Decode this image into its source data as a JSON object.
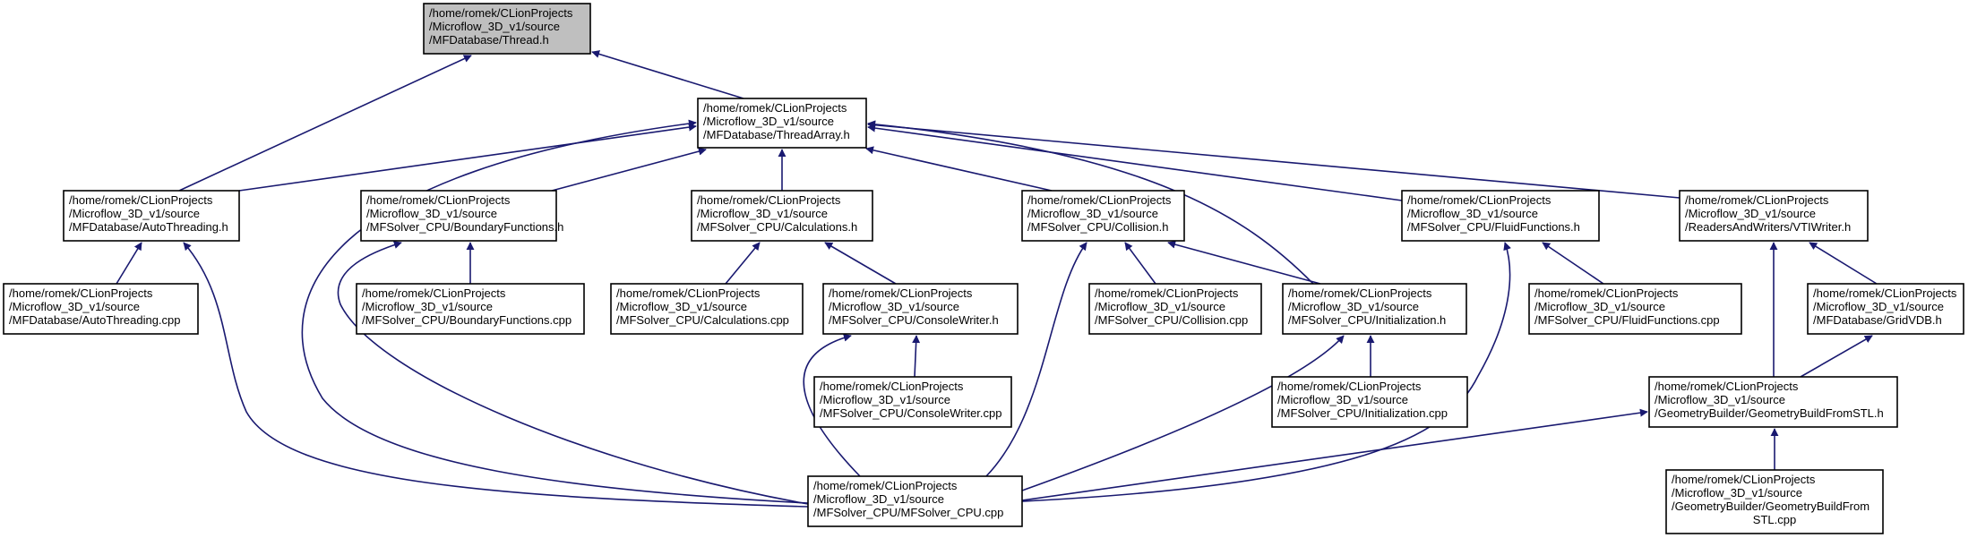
{
  "graph": {
    "edge_color": "#191970",
    "root_fill": "#bfbfbf",
    "nodes": [
      {
        "id": "thread_h",
        "root": true,
        "lines": [
          "/home/romek/CLionProjects",
          "/Microflow_3D_v1/source",
          "/MFDatabase/Thread.h"
        ]
      },
      {
        "id": "threadarray_h",
        "lines": [
          "/home/romek/CLionProjects",
          "/Microflow_3D_v1/source",
          "/MFDatabase/ThreadArray.h"
        ]
      },
      {
        "id": "autothreading_h",
        "lines": [
          "/home/romek/CLionProjects",
          "/Microflow_3D_v1/source",
          "/MFDatabase/AutoThreading.h"
        ]
      },
      {
        "id": "boundaryfunctions_h",
        "lines": [
          "/home/romek/CLionProjects",
          "/Microflow_3D_v1/source",
          "/MFSolver_CPU/BoundaryFunctions.h"
        ]
      },
      {
        "id": "calculations_h",
        "lines": [
          "/home/romek/CLionProjects",
          "/Microflow_3D_v1/source",
          "/MFSolver_CPU/Calculations.h"
        ]
      },
      {
        "id": "collision_h",
        "lines": [
          "/home/romek/CLionProjects",
          "/Microflow_3D_v1/source",
          "/MFSolver_CPU/Collision.h"
        ]
      },
      {
        "id": "fluidfunctions_h",
        "lines": [
          "/home/romek/CLionProjects",
          "/Microflow_3D_v1/source",
          "/MFSolver_CPU/FluidFunctions.h"
        ]
      },
      {
        "id": "vtiwriter_h",
        "lines": [
          "/home/romek/CLionProjects",
          "/Microflow_3D_v1/source",
          "/ReadersAndWriters/VTIWriter.h"
        ]
      },
      {
        "id": "autothreading_cpp",
        "lines": [
          "/home/romek/CLionProjects",
          "/Microflow_3D_v1/source",
          "/MFDatabase/AutoThreading.cpp"
        ]
      },
      {
        "id": "boundaryfunctions_cpp",
        "lines": [
          "/home/romek/CLionProjects",
          "/Microflow_3D_v1/source",
          "/MFSolver_CPU/BoundaryFunctions.cpp"
        ]
      },
      {
        "id": "calculations_cpp",
        "lines": [
          "/home/romek/CLionProjects",
          "/Microflow_3D_v1/source",
          "/MFSolver_CPU/Calculations.cpp"
        ]
      },
      {
        "id": "consolewriter_h",
        "lines": [
          "/home/romek/CLionProjects",
          "/Microflow_3D_v1/source",
          "/MFSolver_CPU/ConsoleWriter.h"
        ]
      },
      {
        "id": "collision_cpp",
        "lines": [
          "/home/romek/CLionProjects",
          "/Microflow_3D_v1/source",
          "/MFSolver_CPU/Collision.cpp"
        ]
      },
      {
        "id": "initialization_h",
        "lines": [
          "/home/romek/CLionProjects",
          "/Microflow_3D_v1/source",
          "/MFSolver_CPU/Initialization.h"
        ]
      },
      {
        "id": "fluidfunctions_cpp",
        "lines": [
          "/home/romek/CLionProjects",
          "/Microflow_3D_v1/source",
          "/MFSolver_CPU/FluidFunctions.cpp"
        ]
      },
      {
        "id": "gridvdb_h",
        "lines": [
          "/home/romek/CLionProjects",
          "/Microflow_3D_v1/source",
          "/MFDatabase/GridVDB.h"
        ]
      },
      {
        "id": "consolewriter_cpp",
        "lines": [
          "/home/romek/CLionProjects",
          "/Microflow_3D_v1/source",
          "/MFSolver_CPU/ConsoleWriter.cpp"
        ]
      },
      {
        "id": "initialization_cpp",
        "lines": [
          "/home/romek/CLionProjects",
          "/Microflow_3D_v1/source",
          "/MFSolver_CPU/Initialization.cpp"
        ]
      },
      {
        "id": "geometrybuildfromstl_h",
        "lines": [
          "/home/romek/CLionProjects",
          "/Microflow_3D_v1/source",
          "/GeometryBuilder/GeometryBuildFromSTL.h"
        ]
      },
      {
        "id": "mfsolver_cpu_cpp",
        "lines": [
          "/home/romek/CLionProjects",
          "/Microflow_3D_v1/source",
          "/MFSolver_CPU/MFSolver_CPU.cpp"
        ]
      },
      {
        "id": "geometrybuildfromstl_cpp",
        "lines": [
          "/home/romek/CLionProjects",
          "/Microflow_3D_v1/source",
          "/GeometryBuilder/GeometryBuildFrom",
          "STL.cpp"
        ]
      }
    ],
    "edges": [
      {
        "from": "threadarray_h",
        "to": "thread_h"
      },
      {
        "from": "autothreading_h",
        "to": "thread_h"
      },
      {
        "from": "autothreading_h",
        "to": "threadarray_h"
      },
      {
        "from": "boundaryfunctions_h",
        "to": "threadarray_h"
      },
      {
        "from": "calculations_h",
        "to": "threadarray_h"
      },
      {
        "from": "collision_h",
        "to": "threadarray_h"
      },
      {
        "from": "fluidfunctions_h",
        "to": "threadarray_h"
      },
      {
        "from": "vtiwriter_h",
        "to": "threadarray_h"
      },
      {
        "from": "mfsolver_cpu_cpp",
        "to": "threadarray_h"
      },
      {
        "from": "initialization_h",
        "to": "threadarray_h"
      },
      {
        "from": "autothreading_cpp",
        "to": "autothreading_h"
      },
      {
        "from": "mfsolver_cpu_cpp",
        "to": "autothreading_h"
      },
      {
        "from": "boundaryfunctions_cpp",
        "to": "boundaryfunctions_h"
      },
      {
        "from": "mfsolver_cpu_cpp",
        "to": "boundaryfunctions_h"
      },
      {
        "from": "calculations_cpp",
        "to": "calculations_h"
      },
      {
        "from": "consolewriter_h",
        "to": "calculations_h"
      },
      {
        "from": "consolewriter_cpp",
        "to": "consolewriter_h"
      },
      {
        "from": "mfsolver_cpu_cpp",
        "to": "consolewriter_h"
      },
      {
        "from": "collision_cpp",
        "to": "collision_h"
      },
      {
        "from": "initialization_h",
        "to": "collision_h"
      },
      {
        "from": "mfsolver_cpu_cpp",
        "to": "collision_h"
      },
      {
        "from": "initialization_cpp",
        "to": "initialization_h"
      },
      {
        "from": "mfsolver_cpu_cpp",
        "to": "initialization_h"
      },
      {
        "from": "fluidfunctions_cpp",
        "to": "fluidfunctions_h"
      },
      {
        "from": "mfsolver_cpu_cpp",
        "to": "fluidfunctions_h"
      },
      {
        "from": "gridvdb_h",
        "to": "vtiwriter_h"
      },
      {
        "from": "geometrybuildfromstl_h",
        "to": "vtiwriter_h"
      },
      {
        "from": "geometrybuildfromstl_h",
        "to": "gridvdb_h"
      },
      {
        "from": "mfsolver_cpu_cpp",
        "to": "geometrybuildfromstl_h"
      },
      {
        "from": "geometrybuildfromstl_cpp",
        "to": "geometrybuildfromstl_h"
      }
    ]
  }
}
